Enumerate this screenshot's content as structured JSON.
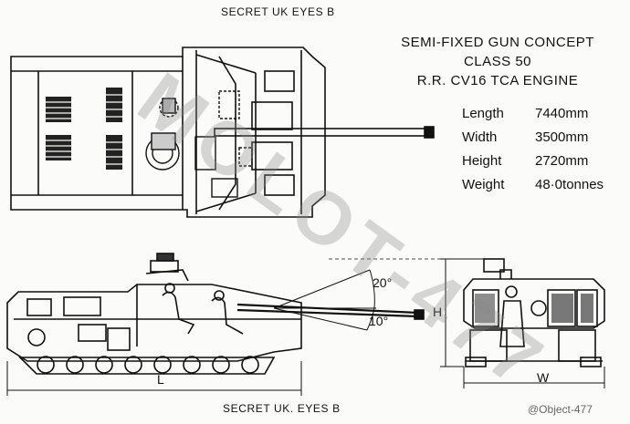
{
  "classification_top": "SECRET UK EYES B",
  "classification_bottom": "SECRET UK. EYES B",
  "title_lines": [
    "SEMI-FIXED GUN CONCEPT",
    "CLASS 50",
    "R.R. CV16 TCA ENGINE"
  ],
  "specs": [
    {
      "name": "Length",
      "value": "7440mm"
    },
    {
      "name": "Width",
      "value": "3500mm"
    },
    {
      "name": "Height",
      "value": "2720mm"
    },
    {
      "name": "Weight",
      "value": "48·0tonnes"
    }
  ],
  "dimension_labels": {
    "length": "L",
    "width": "W",
    "height": "H",
    "elevation": "20°",
    "depression": "10°"
  },
  "watermark": "MOLOT-477",
  "credit": "@Object-477"
}
